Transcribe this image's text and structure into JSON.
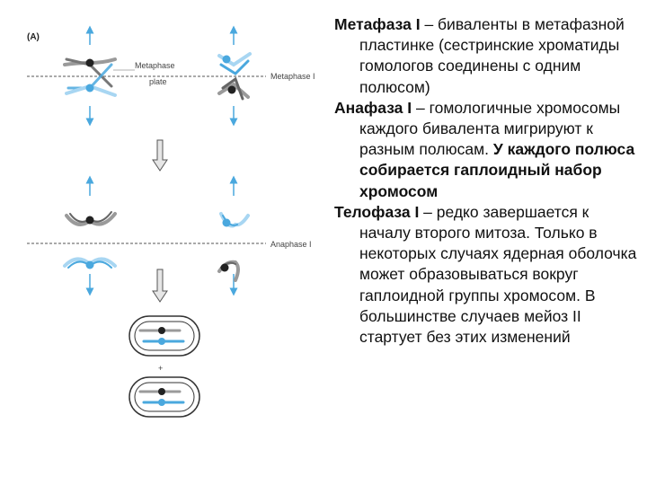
{
  "figure": {
    "panel_label": "(A)",
    "metaphase_plate_label_1": "Metaphase",
    "metaphase_plate_label_2": "plate",
    "metaphase_label": "Metaphase I",
    "anaphase_label": "Anaphase I",
    "plus_sign": "+"
  },
  "text": {
    "metaphase": {
      "title": "Метафаза I",
      "body": " – биваленты в метафазной пластинке (сестринские хроматиды гомологов соединены с одним полюсом)"
    },
    "anaphase": {
      "title": "Анафаза I",
      "body": " – гомологичные хромосомы каждого бивалента мигрируют к разным полюсам. ",
      "emphasis": "У каждого полюса собирается гаплоидный набор хромосом"
    },
    "telophase": {
      "title": "Телофаза I",
      "body": " – редко завершается к началу второго митоза. Только в некоторых случаях ядерная оболочка может образовываться вокруг гаплоидной группы хромосом. В большинстве случаев мейоз II стартует без этих изменений"
    }
  },
  "colors": {
    "blue": "#4aa8de",
    "dark": "#222222",
    "gray": "#9a9a9a",
    "dashed": "#555555"
  }
}
